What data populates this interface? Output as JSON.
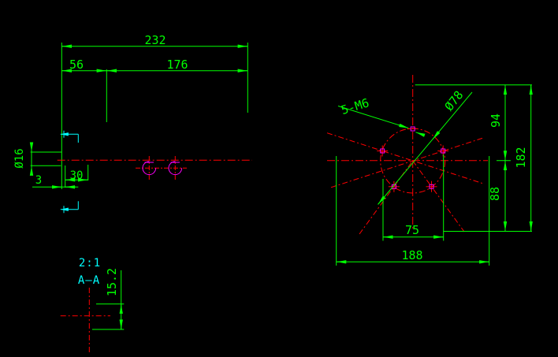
{
  "canvas": {
    "background": "#000000"
  },
  "colors": {
    "dimension_green": "#00ff00",
    "centerline_red": "#ff0000",
    "thread_magenta": "#ff00ff",
    "annotation_cyan": "#00ffff"
  },
  "top_view": {
    "dims": {
      "overall_width": "232",
      "left_segment": "56",
      "right_segment": "176",
      "bore_diameter": "Ø16",
      "step_width": "3",
      "hole_offset": "30"
    }
  },
  "bolt_circle_view": {
    "dims": {
      "thread_note": "5-M6",
      "bolt_circle_diameter": "Ø78",
      "upper_height": "94",
      "overall_height": "182",
      "lower_height": "88",
      "hole_span": "75",
      "overall_width": "188"
    }
  },
  "section_detail": {
    "scale_note": "2:1",
    "section_label": "A—A",
    "depth": "15.2"
  }
}
